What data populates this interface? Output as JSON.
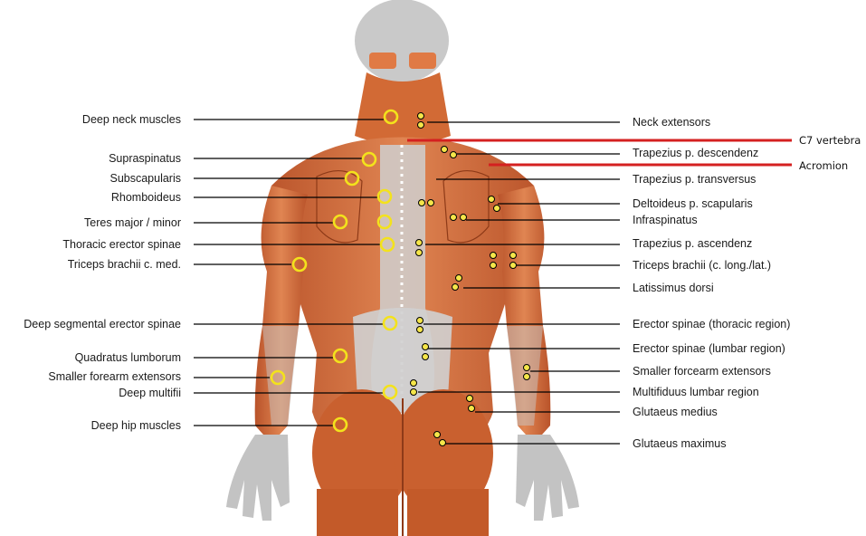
{
  "colors": {
    "muscle": "#d5703c",
    "muscle_dark": "#a9461f",
    "bone": "#c8c8c8",
    "marker_ring": "#f3e21c",
    "marker_dot_fill": "#f5e64a",
    "leader_line": "#000000",
    "reference_line": "#d42020"
  },
  "left_labels": [
    "Deep neck muscles",
    "Supraspinatus",
    "Subscapularis",
    "Rhomboideus",
    "Teres major / minor",
    "Thoracic erector spinae",
    "Triceps brachii c. med.",
    "Deep segmental erector spinae",
    "Quadratus lumborum",
    "Smaller forearm  extensors",
    "Deep multifii",
    "Deep hip muscles"
  ],
  "right_labels": [
    "Neck extensors",
    "Trapezius p. descendenz",
    "Trapezius p. transversus",
    "Deltoideus p. scapularis",
    "Infraspinatus",
    "Trapezius p. ascendenz",
    "Triceps brachii (c. long./lat.)",
    "Latissimus dorsi",
    "Erector spinae (thoracic region)",
    "Erector spinae (lumbar region)",
    "Smaller forcearm extensors",
    "Multifiduus lumbar region",
    "Glutaeus medius",
    "Glutaeus maximus"
  ],
  "reference_labels": [
    "C7 vertebra",
    "Acromion"
  ]
}
